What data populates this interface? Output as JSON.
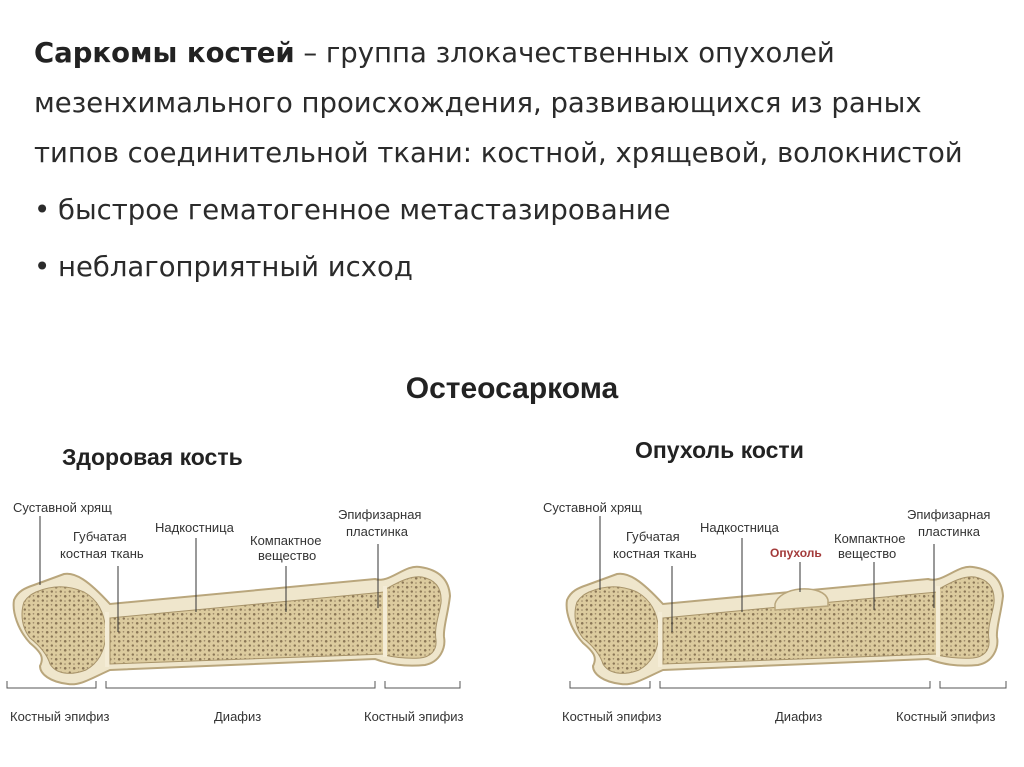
{
  "intro": {
    "term": "Саркомы костей",
    "definition": " – группа злокачественных опухолей мезенхимального происхождения, развивающихся из раных типов соединительной ткани: костной, хрящевой, волокнистой",
    "bullet_char": "•",
    "bullets": [
      "быстрое гематогенное метастазирование",
      "неблагоприятный исход"
    ]
  },
  "figure": {
    "title": "Остеосаркома",
    "bone_color": "#d9c9a0",
    "cortex_color": "#efe6cc",
    "pore_color": "#8a7656",
    "tumor_label_color": "#a33a3a",
    "left": {
      "heading": "Здоровая кость",
      "labels": {
        "cartilage": "Суставной хрящ",
        "spongy_1": "Губчатая",
        "spongy_2": "костная ткань",
        "periosteum": "Надкостница",
        "compact_1": "Компактное",
        "compact_2": "вещество",
        "plate_1": "Эпифизарная",
        "plate_2": "пластинка",
        "epiphysis_left": "Костный эпифиз",
        "diaphysis": "Диафиз",
        "epiphysis_right": "Костный эпифиз"
      }
    },
    "right": {
      "heading": "Опухоль  кости",
      "labels": {
        "cartilage": "Суставной хрящ",
        "spongy_1": "Губчатая",
        "spongy_2": "костная ткань",
        "periosteum": "Надкостница",
        "tumor": "Опухоль",
        "compact_1": "Компактное",
        "compact_2": "вещество",
        "plate_1": "Эпифизарная",
        "plate_2": "пластинка",
        "epiphysis_left": "Костный эпифиз",
        "diaphysis": "Диафиз",
        "epiphysis_right": "Костный эпифиз"
      }
    }
  }
}
